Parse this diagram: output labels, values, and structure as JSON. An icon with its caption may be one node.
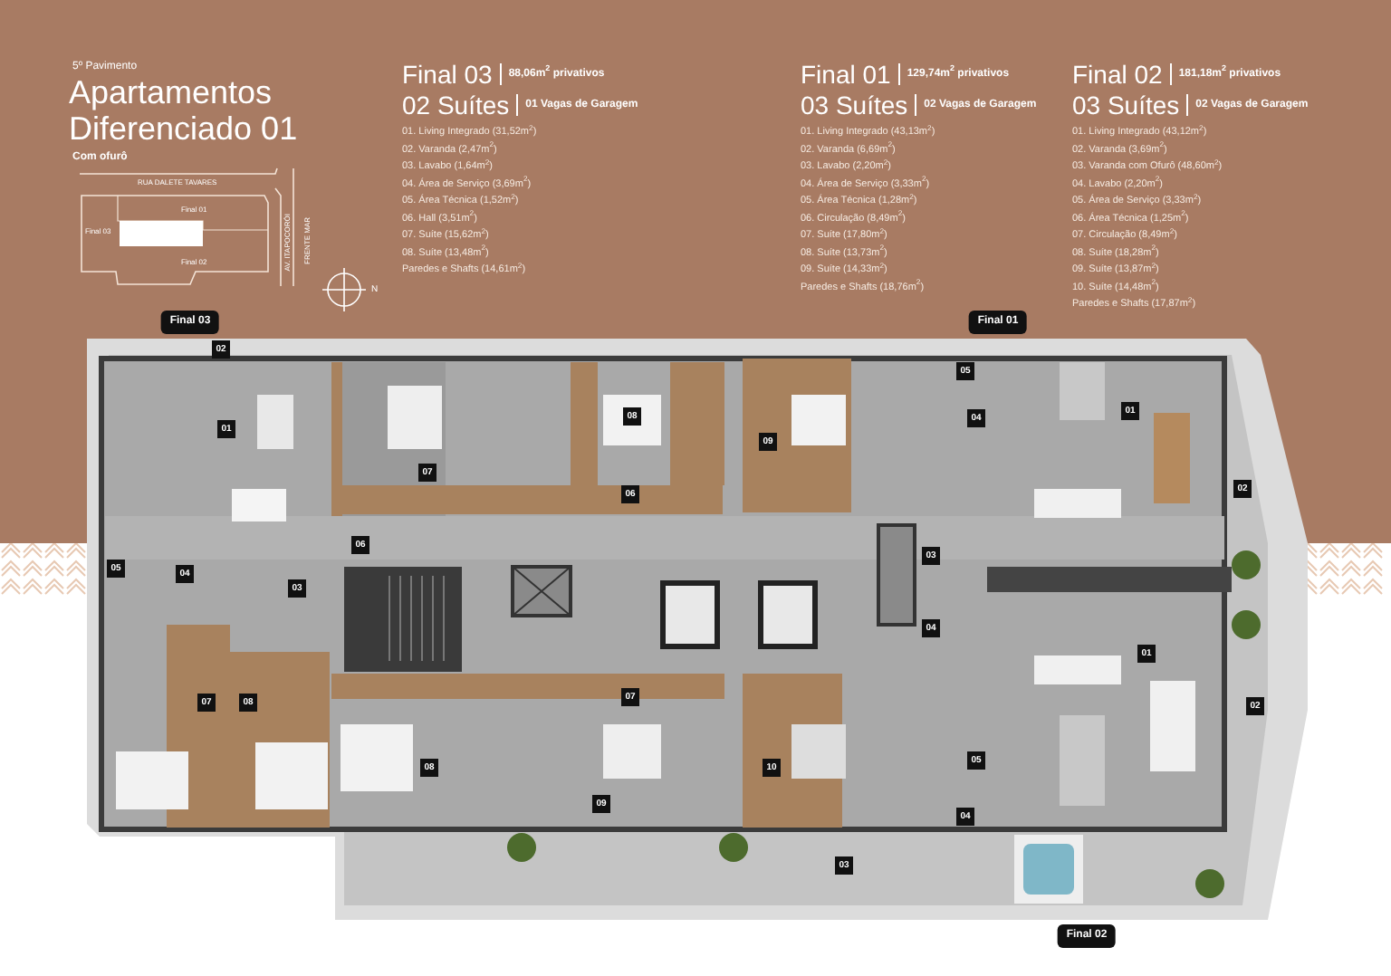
{
  "diagram": {
    "title": "Apartamentos Diferenciado 01",
    "labels": [
      "5º Pavimento",
      "Com ofurô",
      "RUA DALETE TAVARES",
      "Final 03",
      "Final 01",
      "Final 02",
      "AV. ITAPOCORÓI",
      "FRENTE MAR",
      "N",
      "Final 03",
      "88,06m$^{2}$ privativos",
      "02 Suítes",
      "01 Vagas de Garagem",
      "01. Living Integrado (31,52m$^{2}$)",
      "02. Varanda (2,47m$^{2}$)",
      "03. Lavabo (1,64m$^{2}$)",
      "04. Área de Serviço (3,69m$^{2}$)",
      "05. Área Técnica (1,52m$^{2}$)",
      "06. Hall (3,51m$^{2}$)",
      "07. Suíte (15,62m$^{2}$)",
      "08. Suíte (13,48m$^{2}$)",
      "Paredes e Shafts (14,61m$^{2}$)",
      "Final 01",
      "129,74m$^{2}$ privativos",
      "03 Suítes",
      "02 Vagas de Garagem",
      "01. Living Integrado (43,13m$^{2}$)",
      "02. Varanda (6,69m$^{2}$)",
      "03. Lavabo (2,20m$^{2}$)",
      "04. Área de Serviço (3,33m$^{2}$)",
      "05. Área Técnica (1,28m$^{2}$)",
      "06. Circulação (8,49m$^{2}$)",
      "07. Suíte (17,80m$^{2}$)",
      "08. Suíte (13,73m$^{2}$)",
      "09. Suíte (14,33m$^{2}$)",
      "Paredes e Shafts (18,76m$^{2}$)",
      "Final 02",
      "181,18m$^{2}$ privativos",
      "03 Suítes",
      "02 Vagas de Garagem",
      "01. Living Integrado (43,12m$^{2}$)",
      "02. Varanda (3,69m$^{2}$)",
      "03. Varanda com Ofurô (48,60m$^{2}$)",
      "04. Lavabo (2,20m$^{2}$)",
      "05. Área de Serviço (3,33m$^{2}$)",
      "06. Área Técnica (1,25m$^{2}$)",
      "07. Circulação (8,49m$^{2}$)",
      "08. Suíte (18,28m$^{2}$)",
      "09. Suíte (13,87m$^{2}$)",
      "10. Suíte (14,48m$^{2}$)",
      "Paredes e Shafts (17,87m$^{2}$)",
      "Final 03",
      "Final 01",
      "Final 02",
      "02",
      "05",
      "08",
      "04",
      "01",
      "01",
      "09",
      "07",
      "02",
      "06",
      "06",
      "03",
      "05",
      "04",
      "03",
      "04",
      "01",
      "07",
      "08",
      "07",
      "02",
      "10",
      "05",
      "08",
      "09",
      "04",
      "03"
    ]
  }
}
